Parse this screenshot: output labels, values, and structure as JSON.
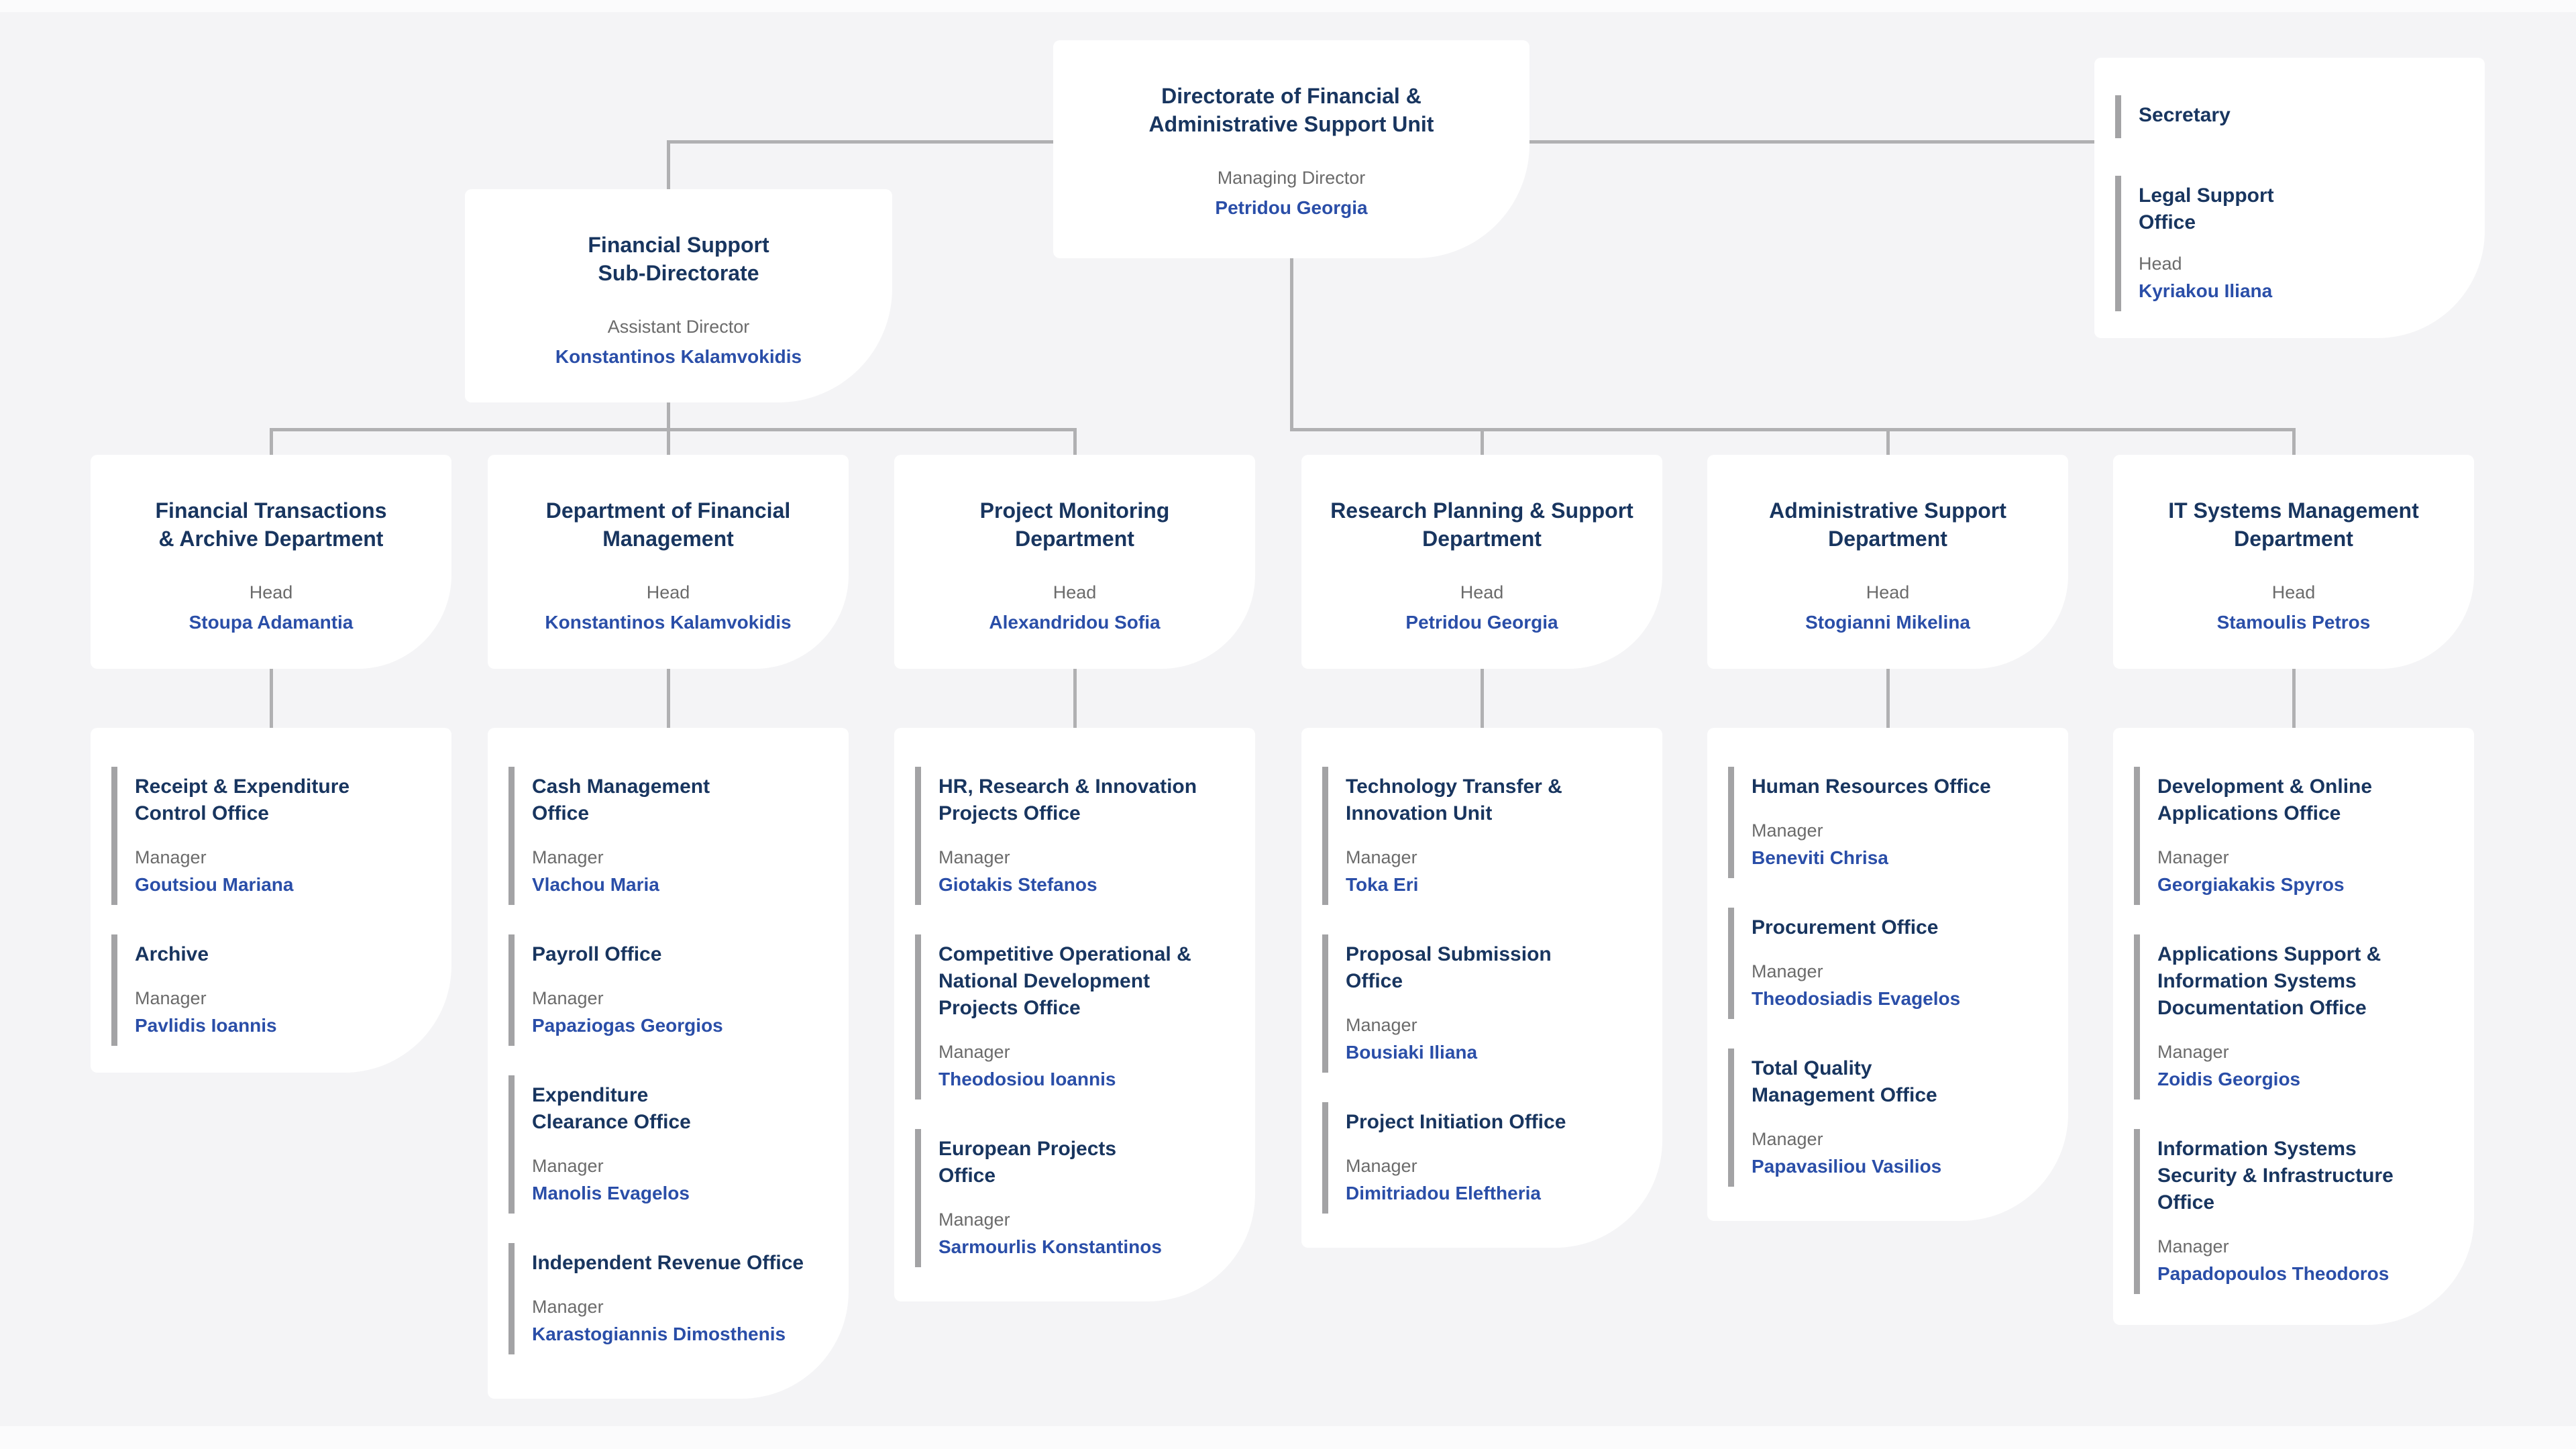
{
  "palette": {
    "background": "#f4f4f6",
    "card": "#ffffff",
    "title_navy": "#18355f",
    "name_blue": "#2a4ea8",
    "label_gray": "#6b6b6b",
    "line_gray": "#b0b0b2",
    "bar_gray": "#a3a3a5"
  },
  "root": {
    "title": "Directorate of Financial &\nAdministrative Support Unit",
    "role": "Managing Director",
    "person": "Petridou Georgia"
  },
  "secretary": {
    "entries": [
      {
        "title": "Secretary"
      },
      {
        "title": "Legal Support\nOffice",
        "role": "Head",
        "person": "Kyriakou Iliana"
      }
    ]
  },
  "sub_directorate": {
    "title": "Financial Support\nSub-Directorate",
    "role": "Assistant Director",
    "person": "Konstantinos Kalamvokidis"
  },
  "departments": [
    {
      "title": "Financial Transactions\n& Archive Department",
      "role": "Head",
      "person": "Stoupa Adamantia",
      "offices": [
        {
          "title": "Receipt & Expenditure\nControl Office",
          "role": "Manager",
          "person": "Goutsiou Mariana"
        },
        {
          "title": "Archive",
          "role": "Manager",
          "person": "Pavlidis Ioannis"
        }
      ]
    },
    {
      "title": "Department of Financial\nManagement",
      "role": "Head",
      "person": "Konstantinos Kalamvokidis",
      "offices": [
        {
          "title": "Cash Management\nOffice",
          "role": "Manager",
          "person": "Vlachou Maria"
        },
        {
          "title": "Payroll Office",
          "role": "Manager",
          "person": "Papaziogas Georgios"
        },
        {
          "title": "Expenditure\nClearance Office",
          "role": "Manager",
          "person": "Manolis Evagelos"
        },
        {
          "title": "Independent Revenue Office",
          "role": "Manager",
          "person": "Karastogiannis Dimosthenis"
        }
      ]
    },
    {
      "title": "Project Monitoring\nDepartment",
      "role": "Head",
      "person": "Alexandridou Sofia",
      "offices": [
        {
          "title": "HR, Research & Innovation\nProjects Office",
          "role": "Manager",
          "person": "Giotakis Stefanos"
        },
        {
          "title": "Competitive Operational &\nNational Development\nProjects Office",
          "role": "Manager",
          "person": "Theodosiou Ioannis"
        },
        {
          "title": "European Projects\nOffice",
          "role": "Manager",
          "person": "Sarmourlis Konstantinos"
        }
      ]
    },
    {
      "title": "Research Planning & Support\nDepartment",
      "role": "Head",
      "person": "Petridou Georgia",
      "offices": [
        {
          "title": "Technology Transfer  &\nInnovation Unit",
          "role": "Manager",
          "person": "Toka Eri"
        },
        {
          "title": "Proposal Submission\nOffice",
          "role": "Manager",
          "person": "Bousiaki Iliana"
        },
        {
          "title": "Project Initiation Office",
          "role": "Manager",
          "person": "Dimitriadou Eleftheria"
        }
      ]
    },
    {
      "title": "Administrative Support\nDepartment",
      "role": "Head",
      "person": "Stogianni Mikelina",
      "offices": [
        {
          "title": "Human Resources Office",
          "role": "Manager",
          "person": "Beneviti Chrisa"
        },
        {
          "title": "Procurement Office",
          "role": "Manager",
          "person": "Theodosiadis Evagelos"
        },
        {
          "title": "Total Quality\nManagement Office",
          "role": "Manager",
          "person": "Papavasiliou Vasilios"
        }
      ]
    },
    {
      "title": "IT Systems Management\nDepartment",
      "role": "Head",
      "person": "Stamoulis Petros",
      "offices": [
        {
          "title": "Development & Online\nApplications Office",
          "role": "Manager",
          "person": "Georgiakakis Spyros"
        },
        {
          "title": "Applications Support &\nInformation Systems\nDocumentation Office",
          "role": "Manager",
          "person": "Zoidis Georgios"
        },
        {
          "title": "Information Systems\nSecurity & Infrastructure\nOffice",
          "role": "Manager",
          "person": "Papadopoulos Theodoros"
        }
      ]
    }
  ]
}
